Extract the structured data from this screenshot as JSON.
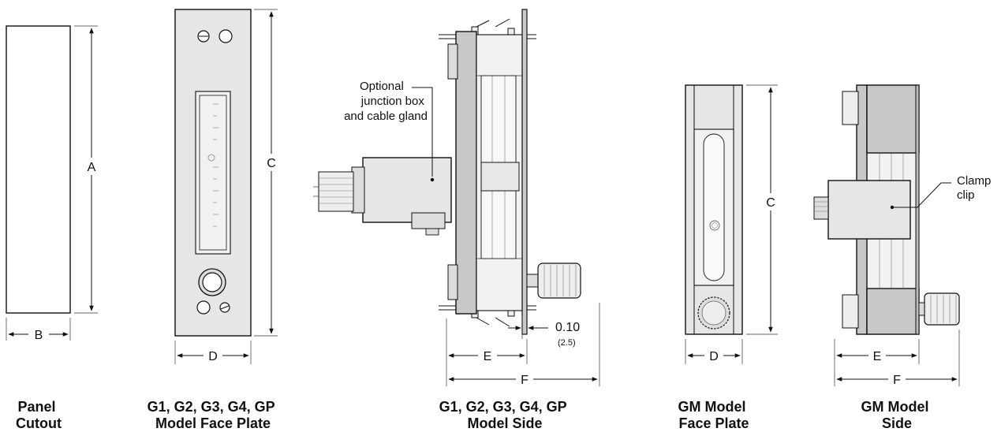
{
  "dimension_labels": {
    "a": "A",
    "b": "B",
    "c": "C",
    "d": "D",
    "e": "E",
    "f": "F",
    "clearance": "0.10",
    "clearance_metric": "(2.5)"
  },
  "callouts": {
    "junction_box_line1": "Optional",
    "junction_box_line2": "junction box",
    "junction_box_line3": "and cable gland",
    "clamp_line1": "Clamp",
    "clamp_line2": "clip"
  },
  "views": [
    {
      "line1": "Panel",
      "line2": "Cutout"
    },
    {
      "line1": "G1, G2, G3, G4, GP",
      "line2": "Model Face Plate"
    },
    {
      "line1": "G1, G2, G3, G4, GP",
      "line2": "Model Side"
    },
    {
      "line1": "GM Model",
      "line2": "Face Plate"
    },
    {
      "line1": "GM Model",
      "line2": "Side"
    }
  ]
}
